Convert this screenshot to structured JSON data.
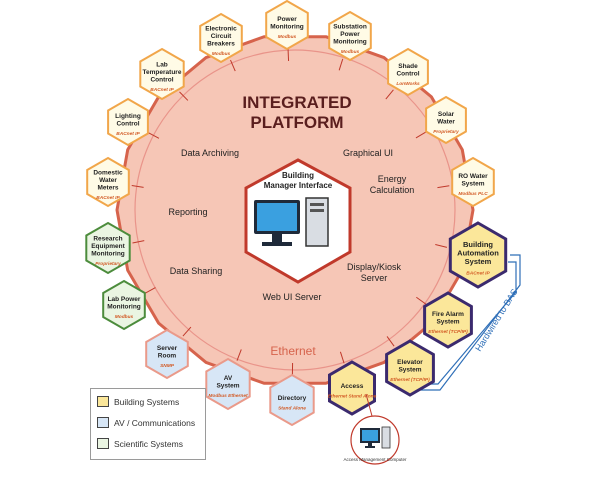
{
  "title_line1": "INTEGRATED",
  "title_line2": "PLATFORM",
  "center": {
    "label_line1": "Building",
    "label_line2": "Manager Interface"
  },
  "functions": {
    "data_archiving": "Data Archiving",
    "graphical_ui": "Graphical UI",
    "energy_calc_line1": "Energy",
    "energy_calc_line2": "Calculation",
    "reporting": "Reporting",
    "display_kiosk_line1": "Display/Kiosk",
    "display_kiosk_line2": "Server",
    "data_sharing": "Data Sharing",
    "web_ui_server": "Web UI Server"
  },
  "ethernet": "Ethernet",
  "hardwired": "Hardwired to BAS",
  "systems": [
    {
      "id": "power-monitoring",
      "type": "scientific",
      "lines": [
        "Power",
        "Monitoring"
      ],
      "proto": "Modbus"
    },
    {
      "id": "substation-power-monitoring",
      "type": "scientific",
      "lines": [
        "Substation",
        "Power",
        "Monitoring"
      ],
      "proto": "Modbus"
    },
    {
      "id": "shade-control",
      "type": "scientific",
      "lines": [
        "Shade",
        "Control"
      ],
      "proto": "LonWorks"
    },
    {
      "id": "solar-water",
      "type": "scientific",
      "lines": [
        "Solar",
        "Water"
      ],
      "proto": "Proprietary"
    },
    {
      "id": "ro-water-system",
      "type": "scientific",
      "lines": [
        "RO Water",
        "System"
      ],
      "proto": "Modbus PLC"
    },
    {
      "id": "building-automation-system",
      "type": "building",
      "lines": [
        "Building",
        "Automation",
        "System"
      ],
      "proto": "BACnet IP"
    },
    {
      "id": "fire-alarm-system",
      "type": "building",
      "lines": [
        "Fire Alarm",
        "System"
      ],
      "proto": "Ethernet (TCP/IP)"
    },
    {
      "id": "elevator-system",
      "type": "building",
      "lines": [
        "Elevator",
        "System"
      ],
      "proto": "Ethernet (TCP/IP)"
    },
    {
      "id": "access",
      "type": "building",
      "lines": [
        "Access"
      ],
      "proto": "Ethernet Stand Alone"
    },
    {
      "id": "directory",
      "type": "av",
      "lines": [
        "Directory"
      ],
      "proto": "Stand Alone"
    },
    {
      "id": "av-system",
      "type": "av",
      "lines": [
        "AV",
        "System"
      ],
      "proto": "Modbus Ethernet"
    },
    {
      "id": "server-room",
      "type": "av",
      "lines": [
        "Server",
        "Room"
      ],
      "proto": "SNMP"
    },
    {
      "id": "lab-power-monitoring",
      "type": "research",
      "lines": [
        "Lab Power",
        "Monitoring"
      ],
      "proto": "Modbus"
    },
    {
      "id": "research-equipment-monitoring",
      "type": "research",
      "lines": [
        "Research",
        "Equipment",
        "Monitoring"
      ],
      "proto": "Proprietary"
    },
    {
      "id": "domestic-water-meters",
      "type": "scientific",
      "lines": [
        "Domestic",
        "Water",
        "Meters"
      ],
      "proto": "BACnet IP"
    },
    {
      "id": "lighting-control",
      "type": "scientific",
      "lines": [
        "Lighting",
        "Control"
      ],
      "proto": "BACnet IP"
    },
    {
      "id": "lab-temperature-control",
      "type": "scientific",
      "lines": [
        "Lab",
        "Temperature",
        "Control"
      ],
      "proto": "BACnet IP"
    },
    {
      "id": "electronic-circuit-breakers",
      "type": "scientific",
      "lines": [
        "Electronic",
        "Circuit",
        "Breakers"
      ],
      "proto": "Modbus"
    }
  ],
  "access_computer_label": "Access Management Computer",
  "legend": {
    "building": "Building Systems",
    "av": "AV / Communications",
    "scientific": "Scientific Systems"
  },
  "colors": {
    "platform_fill": "#f6c6b6",
    "platform_border": "#d6634c",
    "title": "#5a1e1e",
    "building_fill": "#fbe79a",
    "building_border": "#3b2a6e",
    "av_fill": "#d7e6f6",
    "av_border": "#ea9a8a",
    "scientific_fill": "#fffbe6",
    "scientific_border": "#f1a64a",
    "research_fill": "#eaf5e2",
    "research_border": "#4c8c3c",
    "proto_text": "#d25a25",
    "hardwire_line": "#2f6fb8"
  }
}
